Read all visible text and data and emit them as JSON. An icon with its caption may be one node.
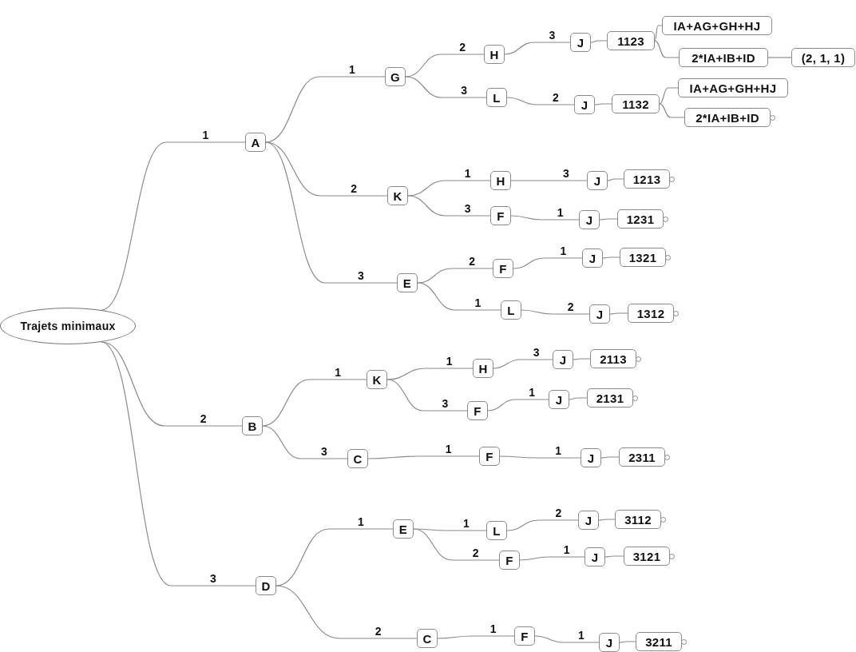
{
  "diagram": {
    "nodes": [
      {
        "text": [
          "Trajets minimaux"
        ]
      },
      {
        "text": [
          "A"
        ]
      },
      {
        "text": [
          "G"
        ]
      },
      {
        "text": [
          "H"
        ]
      },
      {
        "text": [
          "J"
        ]
      },
      {
        "text": [
          "1123"
        ]
      },
      {
        "text": [
          "IA+AG+GH+HJ"
        ]
      },
      {
        "text": [
          "2*IA+IB+ID"
        ]
      },
      {
        "text": [
          "(2, 1, 1)"
        ]
      },
      {
        "text": [
          "L"
        ]
      },
      {
        "text": [
          "J"
        ]
      },
      {
        "text": [
          "1132"
        ]
      },
      {
        "text": [
          "IA+AG+GH+HJ"
        ]
      },
      {
        "text": [
          "2*IA+IB+ID"
        ]
      },
      {
        "text": [
          "K"
        ]
      },
      {
        "text": [
          "H"
        ]
      },
      {
        "text": [
          "J"
        ]
      },
      {
        "text": [
          "1213"
        ]
      },
      {
        "text": [
          "F"
        ]
      },
      {
        "text": [
          "J"
        ]
      },
      {
        "text": [
          "1231"
        ]
      },
      {
        "text": [
          "E"
        ]
      },
      {
        "text": [
          "F"
        ]
      },
      {
        "text": [
          "J"
        ]
      },
      {
        "text": [
          "1321"
        ]
      },
      {
        "text": [
          "L"
        ]
      },
      {
        "text": [
          "J"
        ]
      },
      {
        "text": [
          "1312"
        ]
      },
      {
        "text": [
          "B"
        ]
      },
      {
        "text": [
          "K"
        ]
      },
      {
        "text": [
          "H"
        ]
      },
      {
        "text": [
          "J"
        ]
      },
      {
        "text": [
          "2113"
        ]
      },
      {
        "text": [
          "F"
        ]
      },
      {
        "text": [
          "J"
        ]
      },
      {
        "text": [
          "2131"
        ]
      },
      {
        "text": [
          "C"
        ]
      },
      {
        "text": [
          "F"
        ]
      },
      {
        "text": [
          "J"
        ]
      },
      {
        "text": [
          "2311"
        ]
      },
      {
        "text": [
          "D"
        ]
      },
      {
        "text": [
          "E"
        ]
      },
      {
        "text": [
          "L"
        ]
      },
      {
        "text": [
          "J"
        ]
      },
      {
        "text": [
          "3112"
        ]
      },
      {
        "text": [
          "F"
        ]
      },
      {
        "text": [
          "J"
        ]
      },
      {
        "text": [
          "3121"
        ]
      },
      {
        "text": [
          "C"
        ]
      },
      {
        "text": [
          "F"
        ]
      },
      {
        "text": [
          "J"
        ]
      },
      {
        "text": [
          "3211"
        ]
      }
    ],
    "edges": [
      {
        "from": 0,
        "to": 1,
        "arrow": "none",
        "label": "1"
      },
      {
        "from": 1,
        "to": 2,
        "arrow": "none",
        "label": "1"
      },
      {
        "from": 2,
        "to": 3,
        "arrow": "none",
        "label": "2"
      },
      {
        "from": 3,
        "to": 4,
        "arrow": "none",
        "label": "3"
      },
      {
        "from": 4,
        "to": 5,
        "arrow": "none"
      },
      {
        "from": 5,
        "to": 6,
        "arrow": "none"
      },
      {
        "from": 5,
        "to": 7,
        "arrow": "none"
      },
      {
        "from": 7,
        "to": 8,
        "arrow": "none"
      },
      {
        "from": 2,
        "to": 9,
        "arrow": "none",
        "label": "3"
      },
      {
        "from": 9,
        "to": 10,
        "arrow": "none",
        "label": "2"
      },
      {
        "from": 10,
        "to": 11,
        "arrow": "none"
      },
      {
        "from": 11,
        "to": 12,
        "arrow": "none"
      },
      {
        "from": 11,
        "to": 13,
        "arrow": "none"
      },
      {
        "from": 1,
        "to": 14,
        "arrow": "none",
        "label": "2"
      },
      {
        "from": 14,
        "to": 15,
        "arrow": "none",
        "label": "1"
      },
      {
        "from": 15,
        "to": 16,
        "arrow": "none",
        "label": "3"
      },
      {
        "from": 16,
        "to": 17,
        "arrow": "none"
      },
      {
        "from": 14,
        "to": 18,
        "arrow": "none",
        "label": "3"
      },
      {
        "from": 18,
        "to": 19,
        "arrow": "none",
        "label": "1"
      },
      {
        "from": 19,
        "to": 20,
        "arrow": "none"
      },
      {
        "from": 1,
        "to": 21,
        "arrow": "none",
        "label": "3"
      },
      {
        "from": 21,
        "to": 22,
        "arrow": "none",
        "label": "2"
      },
      {
        "from": 22,
        "to": 23,
        "arrow": "none",
        "label": "1"
      },
      {
        "from": 23,
        "to": 24,
        "arrow": "none"
      },
      {
        "from": 21,
        "to": 25,
        "arrow": "none",
        "label": "1"
      },
      {
        "from": 25,
        "to": 26,
        "arrow": "none",
        "label": "2"
      },
      {
        "from": 26,
        "to": 27,
        "arrow": "none"
      },
      {
        "from": 0,
        "to": 28,
        "arrow": "none",
        "label": "2"
      },
      {
        "from": 28,
        "to": 29,
        "arrow": "none",
        "label": "1"
      },
      {
        "from": 29,
        "to": 30,
        "arrow": "none",
        "label": "1"
      },
      {
        "from": 30,
        "to": 31,
        "arrow": "none",
        "label": "3"
      },
      {
        "from": 31,
        "to": 32,
        "arrow": "none"
      },
      {
        "from": 29,
        "to": 33,
        "arrow": "none",
        "label": "3"
      },
      {
        "from": 33,
        "to": 34,
        "arrow": "none",
        "label": "1"
      },
      {
        "from": 34,
        "to": 35,
        "arrow": "none"
      },
      {
        "from": 28,
        "to": 36,
        "arrow": "none",
        "label": "3"
      },
      {
        "from": 36,
        "to": 37,
        "arrow": "none",
        "label": "1"
      },
      {
        "from": 37,
        "to": 38,
        "arrow": "none",
        "label": "1"
      },
      {
        "from": 38,
        "to": 39,
        "arrow": "none"
      },
      {
        "from": 0,
        "to": 40,
        "arrow": "none",
        "label": "3"
      },
      {
        "from": 40,
        "to": 41,
        "arrow": "none",
        "label": "1"
      },
      {
        "from": 41,
        "to": 42,
        "arrow": "none",
        "label": "1"
      },
      {
        "from": 42,
        "to": 43,
        "arrow": "none",
        "label": "2"
      },
      {
        "from": 43,
        "to": 44,
        "arrow": "none"
      },
      {
        "from": 41,
        "to": 45,
        "arrow": "none",
        "label": "2"
      },
      {
        "from": 45,
        "to": 46,
        "arrow": "none",
        "label": "1"
      },
      {
        "from": 46,
        "to": 47,
        "arrow": "none"
      },
      {
        "from": 40,
        "to": 48,
        "arrow": "none",
        "label": "2"
      },
      {
        "from": 48,
        "to": 49,
        "arrow": "none",
        "label": "1"
      },
      {
        "from": 49,
        "to": 50,
        "arrow": "none",
        "label": "1"
      },
      {
        "from": 50,
        "to": 51,
        "arrow": "none"
      }
    ]
  }
}
